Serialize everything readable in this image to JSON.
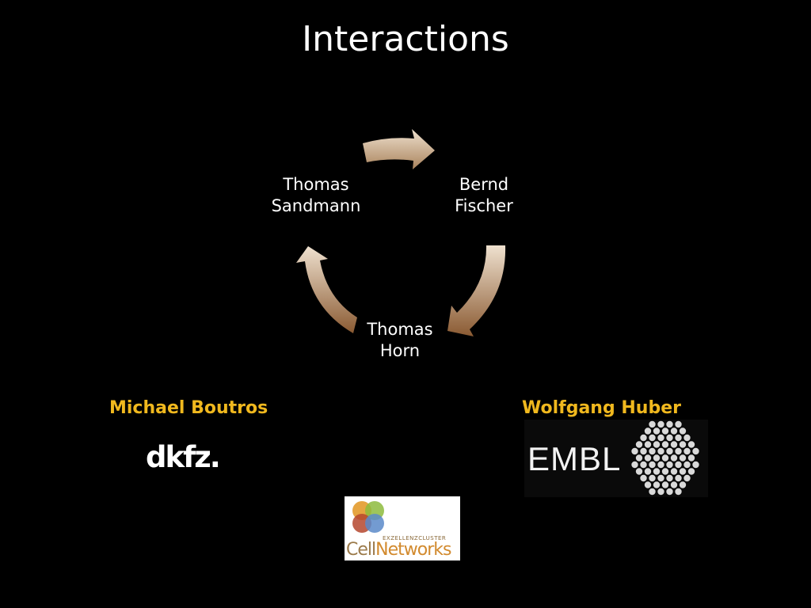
{
  "slide": {
    "title": "Interactions"
  },
  "cycle": {
    "nodes": [
      {
        "line1": "Thomas",
        "line2": "Sandmann"
      },
      {
        "line1": "Bernd",
        "line2": "Fischer"
      },
      {
        "line1": "Thomas",
        "line2": "Horn"
      }
    ],
    "arrow_color_light": "#efe1cf",
    "arrow_color_dark": "#8a5a32"
  },
  "people": {
    "left": "Michael Boutros",
    "right": "Wolfgang Huber",
    "name_color": "#f0b81e"
  },
  "logos": {
    "dkfz": "dkfz.",
    "embl": "EMBL",
    "cellnetworks_small": "EXZELLENZCLUSTER",
    "cellnetworks_part1": "Cell",
    "cellnetworks_part2": "Networks"
  }
}
